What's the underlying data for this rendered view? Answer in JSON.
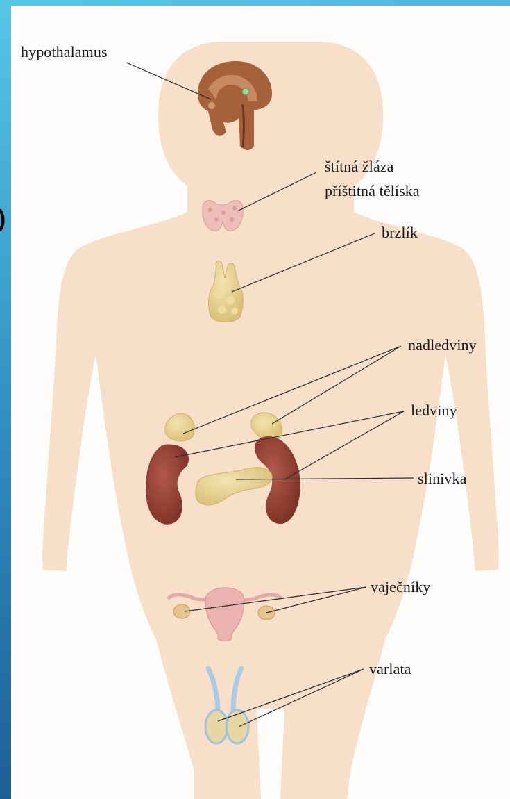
{
  "labels": {
    "hypothalamus": "hypothalamus",
    "thyroid": "štítná žláza",
    "parathyroid": "příštitná tělíska",
    "thymus": "brzlík",
    "adrenal": "nadledviny",
    "kidneys": "ledviny",
    "pancreas": "slinivka",
    "ovaries": "vaječníky",
    "testes": "varlata"
  },
  "partial_char": ")",
  "colors": {
    "body": "#f7dcc6",
    "kidney": "#8a3a2a",
    "gland": "#e7d28f",
    "brain": "#a5613a",
    "uterus": "#eab3b0",
    "accent_bar": "#2f8cc0"
  }
}
